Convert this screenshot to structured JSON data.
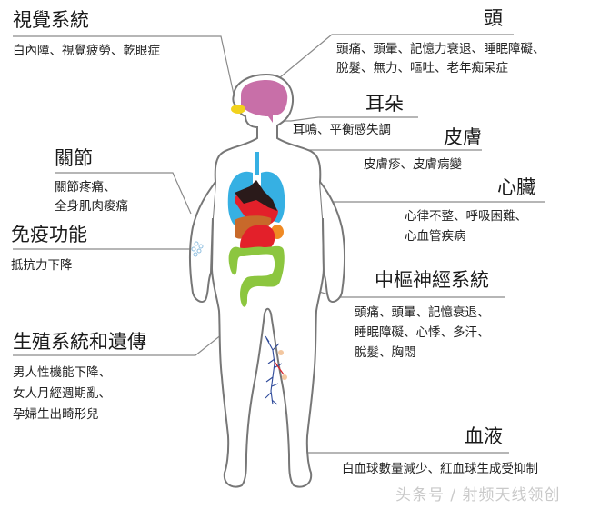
{
  "sections": {
    "vision": {
      "title": "視覺系統",
      "desc": [
        "白內障、視覺疲勞、乾眼症"
      ]
    },
    "head": {
      "title": "頭",
      "desc": [
        "頭痛、頭暈、記憶力衰退、睡眠障礙、",
        "脫髮、無力、嘔吐、老年痴呆症"
      ]
    },
    "ear": {
      "title": "耳朵",
      "desc": [
        "耳鳴、平衡感失調"
      ]
    },
    "skin": {
      "title": "皮膚",
      "desc": [
        "皮膚疹、皮膚病變"
      ]
    },
    "heart": {
      "title": "心臟",
      "desc": [
        "心律不整、呼吸困難、",
        "心血管疾病"
      ]
    },
    "joint": {
      "title": "關節",
      "desc": [
        "關節疼痛、",
        "全身肌肉痠痛"
      ]
    },
    "immune": {
      "title": "免疫功能",
      "desc": [
        "抵抗力下降"
      ]
    },
    "cns": {
      "title": "中樞神經系統",
      "desc": [
        "頭痛、頭暈、記憶衰退、",
        "睡眠障礙、心悸、多汗、",
        "脫髮、胸悶"
      ]
    },
    "reproductive": {
      "title": "生殖系統和遺傳",
      "desc": [
        "男人性機能下降、",
        "女人月經週期亂、",
        "孕婦生出畸形兒"
      ]
    },
    "blood": {
      "title": "血液",
      "desc": [
        "白血球數量減少、紅血球生成受抑制"
      ]
    }
  },
  "watermark": "头条号 / 射频天线领创",
  "colors": {
    "brain": "#c86fa8",
    "eye": "#f2d21c",
    "lungs": "#36b0e3",
    "heart": "#e3202a",
    "heart_vessels": "#2a1a1a",
    "liver": "#c8692a",
    "stomach": "#e3202a",
    "pancreas": "#f08a24",
    "intestine": "#8cc63f",
    "veins": "#2e4a9a",
    "outline": "#777777",
    "leader_line": "#888888"
  }
}
